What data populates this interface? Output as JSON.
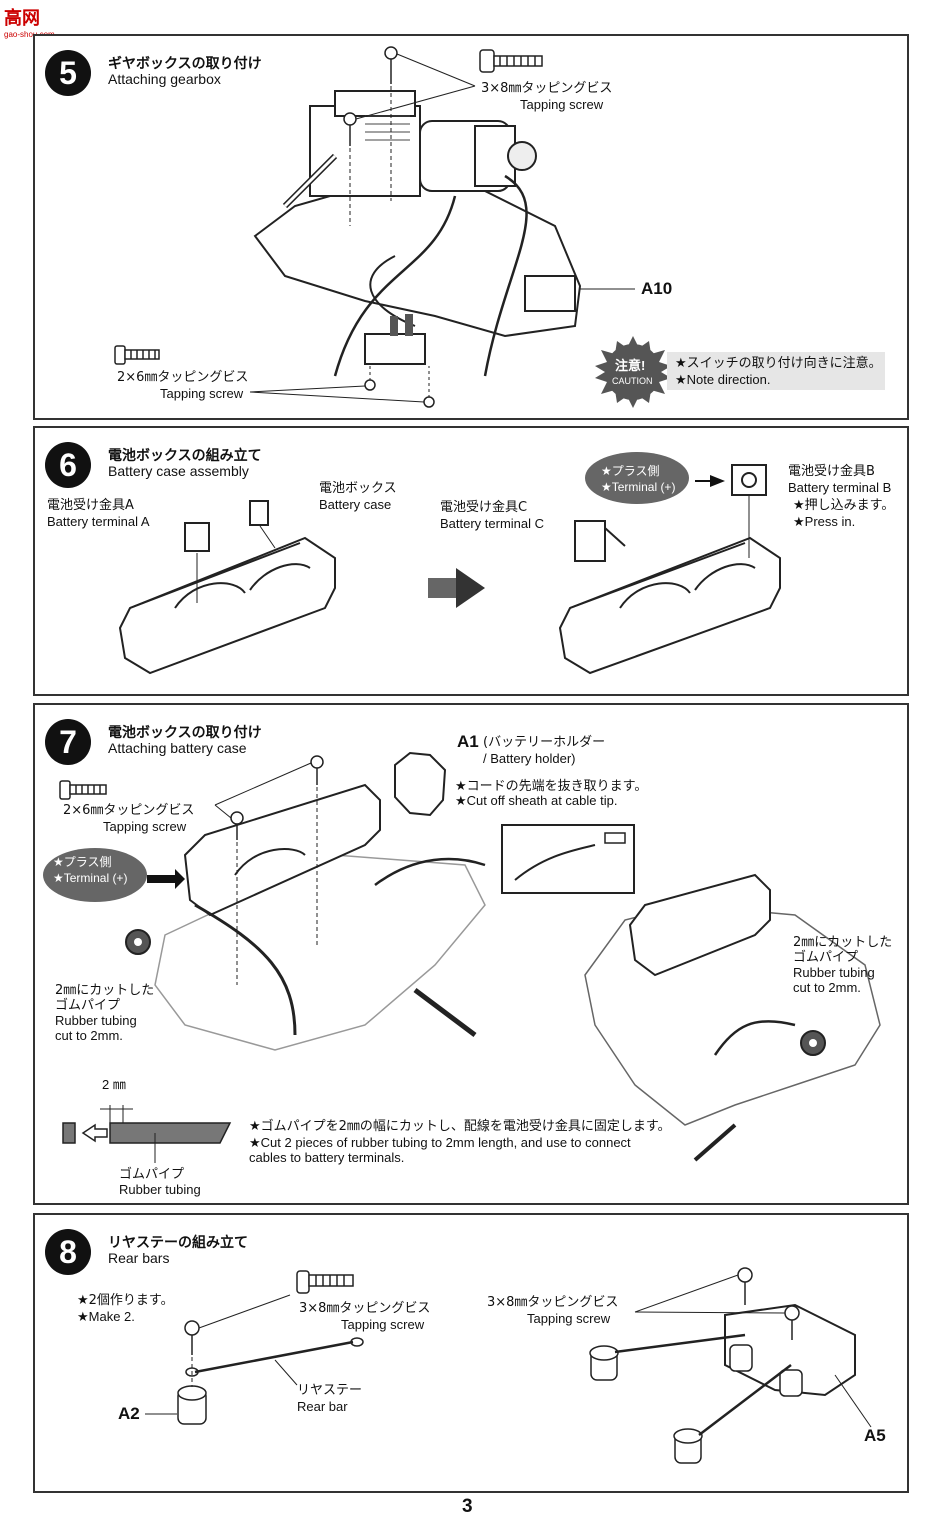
{
  "site_logo": {
    "text": "高网",
    "sub": "gao-shou.com"
  },
  "page_number": "3",
  "steps": [
    {
      "number": "5",
      "title_jp": "ギヤボックスの取り付け",
      "title_en": "Attaching gearbox",
      "labels": {
        "screw_large_jp": "3×8㎜タッピングビス",
        "screw_large_en": "Tapping screw",
        "screw_small_jp": "2×6㎜タッピングビス",
        "screw_small_en": "Tapping screw",
        "part": "A10",
        "caution_badge_jp": "注意!",
        "caution_badge_en": "CAUTION",
        "caution_jp": "★スイッチの取り付け向きに注意。",
        "caution_en": "★Note direction."
      }
    },
    {
      "number": "6",
      "title_jp": "電池ボックスの組み立て",
      "title_en": "Battery case assembly",
      "labels": {
        "terminal_a_jp": "電池受け金具A",
        "terminal_a_en": "Battery terminal A",
        "case_jp": "電池ボックス",
        "case_en": "Battery case",
        "terminal_c_jp": "電池受け金具C",
        "terminal_c_en": "Battery terminal C",
        "plus_jp": "★プラス側",
        "plus_en": "★Terminal (+)",
        "terminal_b_jp": "電池受け金具B",
        "terminal_b_en": "Battery terminal B",
        "press_jp": "★押し込みます。",
        "press_en": "★Press in."
      }
    },
    {
      "number": "7",
      "title_jp": "電池ボックスの取り付け",
      "title_en": "Attaching battery case",
      "labels": {
        "part": "A1",
        "holder_jp": "(バッテリーホルダー",
        "holder_en": "/ Battery holder)",
        "sheath_jp": "★コードの先端を抜き取ります。",
        "sheath_en": "★Cut off sheath at cable tip.",
        "screw_jp": "2×6㎜タッピングビス",
        "screw_en": "Tapping screw",
        "plus_jp": "★プラス側",
        "plus_en": "★Terminal (+)",
        "tube_left_jp1": "2㎜にカットした",
        "tube_left_jp2": "ゴムパイプ",
        "tube_left_en1": "Rubber tubing",
        "tube_left_en2": "cut to 2mm.",
        "tube_right_jp1": "2㎜にカットした",
        "tube_right_jp2": "ゴムパイプ",
        "tube_right_en1": "Rubber tubing",
        "tube_right_en2": "cut to 2mm.",
        "dimension": "2 ㎜",
        "rubber_jp": "ゴムパイプ",
        "rubber_en": "Rubber tubing",
        "note_jp": "★ゴムパイプを2㎜の幅にカットし、配線を電池受け金具に固定します。",
        "note_en1": "★Cut 2 pieces of rubber tubing to 2mm length, and use to connect",
        "note_en2": "cables to battery terminals."
      }
    },
    {
      "number": "8",
      "title_jp": "リヤステーの組み立て",
      "title_en": "Rear bars",
      "labels": {
        "make_jp": "★2個作ります。",
        "make_en": "★Make 2.",
        "screw_left_jp": "3×8㎜タッピングビス",
        "screw_left_en": "Tapping screw",
        "bar_jp": "リヤステー",
        "bar_en": "Rear bar",
        "part_left": "A2",
        "screw_right_jp": "3×8㎜タッピングビス",
        "screw_right_en": "Tapping screw",
        "part_right": "A5"
      }
    }
  ]
}
